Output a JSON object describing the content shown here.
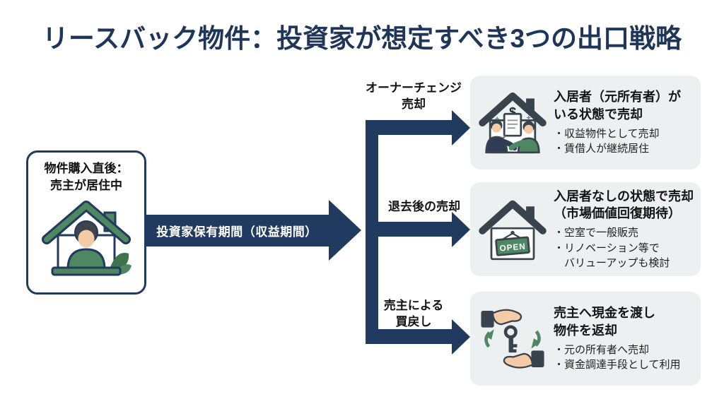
{
  "title": "リースバック物件：投資家が想定すべき3つの出口戦略",
  "colors": {
    "navy": "#203a60",
    "title_navy": "#1f3659",
    "card_bg": "#edf0f1",
    "green": "#4e8761",
    "dark_slate": "#39434d",
    "skin": "#f4cba6",
    "ink": "#141414"
  },
  "start_box": {
    "label": "物件購入直後：\n売主が居住中",
    "icon": "house-resident-icon"
  },
  "main_arrow": {
    "label": "投資家保有期間（収益期間）"
  },
  "branches": [
    {
      "arrow_label": "オーナーチェンジ\n売却",
      "card": {
        "icon": "house-sale-handshake-icon",
        "title": "入居者（元所有者）が\nいる状態で売却",
        "bullets": [
          "・収益物件として売却",
          "・賃借人が継続居住"
        ]
      }
    },
    {
      "arrow_label": "退去後の売却",
      "card": {
        "icon": "house-open-sign-icon",
        "title": "入居者なしの状態で売却\n（市場価値回復期待）",
        "bullets": [
          "・空室で一般販売",
          "・リノベーション等で\nバリューアップも検討"
        ]
      }
    },
    {
      "arrow_label": "売主による\n買戻し",
      "card": {
        "icon": "key-handover-icon",
        "title": "売主へ現金を渡し\n物件を返却",
        "bullets": [
          "・元の所有者へ売却",
          "・資金調達手段として利用"
        ]
      }
    }
  ],
  "icon_labels": {
    "open_sign": "OPEN",
    "dollar": "$"
  }
}
